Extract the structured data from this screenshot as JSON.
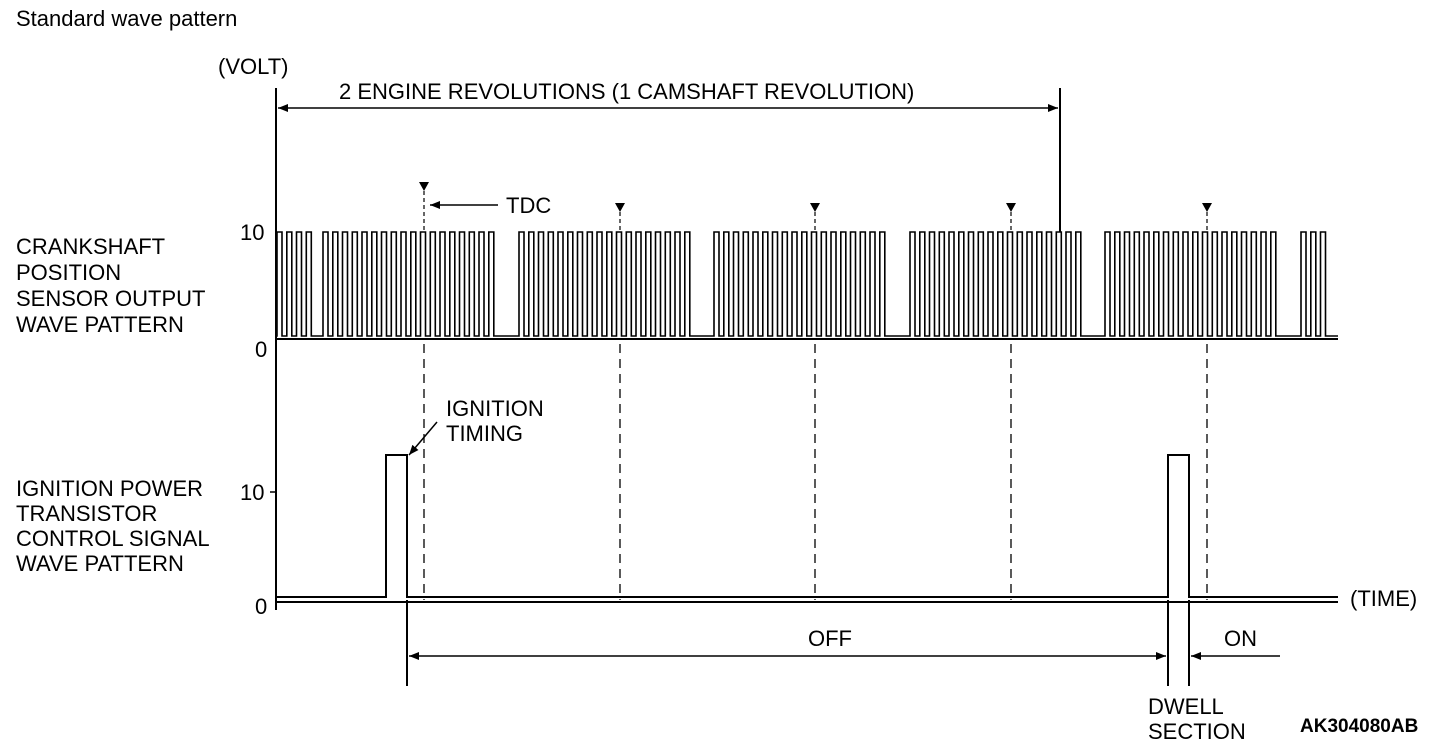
{
  "title": "Standard wave pattern",
  "y_unit": "(VOLT)",
  "x_unit": "(TIME)",
  "revolution_label": "2 ENGINE REVOLUTIONS (1 CAMSHAFT REVOLUTION)",
  "tdc_label": "TDC",
  "crank": {
    "label_lines": [
      "CRANKSHAFT",
      "POSITION",
      "SENSOR OUTPUT",
      "WAVE PATTERN"
    ],
    "tick_high": "10",
    "tick_low": "0"
  },
  "ignition": {
    "label_lines": [
      "IGNITION POWER",
      "TRANSISTOR",
      "CONTROL SIGNAL",
      "WAVE PATTERN"
    ],
    "tick_high": "10",
    "tick_low": "0",
    "timing_label_lines": [
      "IGNITION",
      "TIMING"
    ]
  },
  "off_label": "OFF",
  "on_label": "ON",
  "dwell_label_lines": [
    "DWELL",
    "SECTION"
  ],
  "figure_code": "AK304080AB"
}
